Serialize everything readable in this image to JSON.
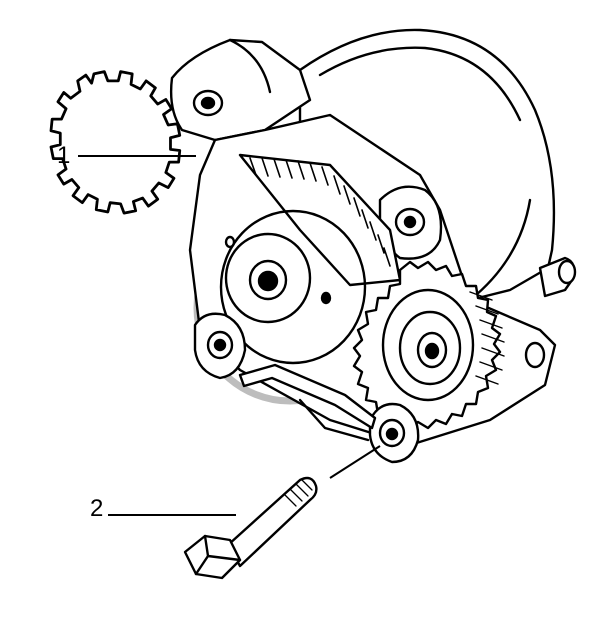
{
  "diagram": {
    "callouts": [
      {
        "number": "1"
      },
      {
        "number": "2"
      }
    ],
    "colors": {
      "line": "#000000",
      "background": "#ffffff",
      "watermark": "#b8b8b8"
    },
    "icons": [
      "oil-pump-assembly-drawing",
      "bolt-drawing",
      "watermark-logo"
    ]
  }
}
